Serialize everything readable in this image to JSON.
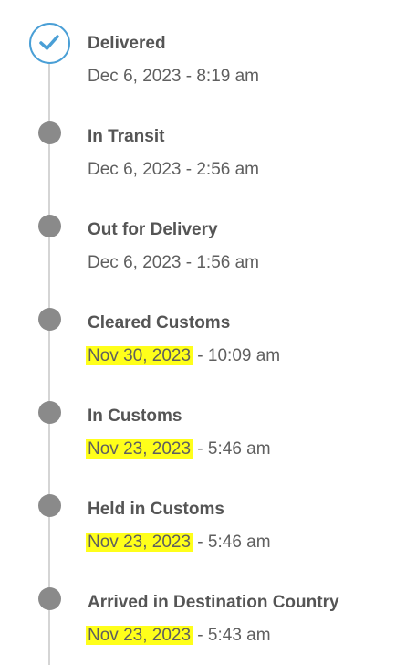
{
  "timeline": {
    "events": [
      {
        "title": "Delivered",
        "date": "Dec 6, 2023",
        "time": " - 8:19 am",
        "icon": "check-icon",
        "highlighted": false
      },
      {
        "title": "In Transit",
        "date": "Dec 6, 2023",
        "time": " - 2:56 am",
        "icon": "dot",
        "highlighted": false
      },
      {
        "title": "Out for Delivery",
        "date": "Dec 6, 2023",
        "time": " - 1:56 am",
        "icon": "dot",
        "highlighted": false
      },
      {
        "title": "Cleared Customs",
        "date": "Nov 30, 2023",
        "time": " - 10:09 am",
        "icon": "dot",
        "highlighted": true
      },
      {
        "title": "In Customs",
        "date": "Nov 23, 2023",
        "time": " - 5:46 am",
        "icon": "dot",
        "highlighted": true
      },
      {
        "title": "Held in Customs",
        "date": "Nov 23, 2023",
        "time": " - 5:46 am",
        "icon": "dot",
        "highlighted": true
      },
      {
        "title": "Arrived in Destination Country",
        "date": "Nov 23, 2023",
        "time": " - 5:43 am",
        "icon": "dot",
        "highlighted": true
      }
    ],
    "colors": {
      "check": "#4a9fd6",
      "dot": "#8a8a8a",
      "line": "#d5d5d5",
      "highlight": "#ffff1a",
      "title": "#555555",
      "time": "#5f5f5f"
    }
  }
}
